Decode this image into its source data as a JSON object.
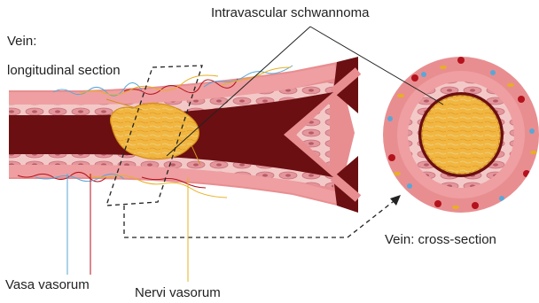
{
  "labels": {
    "intravascular_schwannoma": "Intravascular schwannoma",
    "vein_longitudinal_line1": "Vein:",
    "vein_longitudinal_line2": "longitudinal section",
    "vein_cross_section": "Vein: cross-section",
    "vasa_vasorum": "Vasa vasorum",
    "nervi_vasorum": "Nervi vasorum"
  },
  "colors": {
    "lumen": "#6b0f12",
    "vessel_wall": "#e88e91",
    "wall_inner": "#f4c3c2",
    "endothelium": "#d96d74",
    "tumor": "#f0b43a",
    "tumor_outline": "#d48f1c",
    "vasa_vasorum": "#5aa7d6",
    "nervi_vasorum": "#e8b020",
    "artery_red": "#b4121c"
  }
}
